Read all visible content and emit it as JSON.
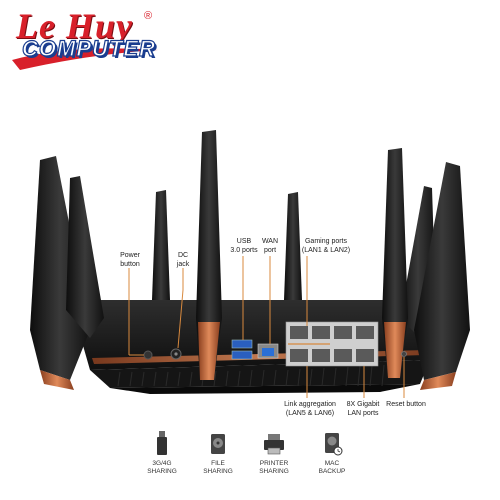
{
  "logo": {
    "line1": "Le Huy",
    "line2": "COMPUTER",
    "reg": "®"
  },
  "callouts": {
    "power_button": "Power\nbutton",
    "dc_jack": "DC\njack",
    "usb_ports": "USB\n3.0 ports",
    "wan_port": "WAN\nport",
    "gaming_ports": "Gaming ports\n(LAN1 & LAN2)",
    "link_aggregation": "Link aggregation\n(LAN5 & LAN6)",
    "gigabit_lan": "8X Gigabit\nLAN ports",
    "reset_button": "Reset button"
  },
  "features": [
    {
      "label": "3G/4G\nSHARING",
      "icon": "usb-dongle-icon"
    },
    {
      "label": "FILE\nSHARING",
      "icon": "hard-disk-icon"
    },
    {
      "label": "PRINTER\nSHARING",
      "icon": "printer-icon"
    },
    {
      "label": "MAC\nBACKUP",
      "icon": "backup-disk-icon"
    }
  ],
  "colors": {
    "logo_red": "#d8202a",
    "logo_blue": "#1a3d8f",
    "router_body": "#1c1c1c",
    "copper_accent": "#c2643a",
    "callout_line": "#d8893e"
  }
}
